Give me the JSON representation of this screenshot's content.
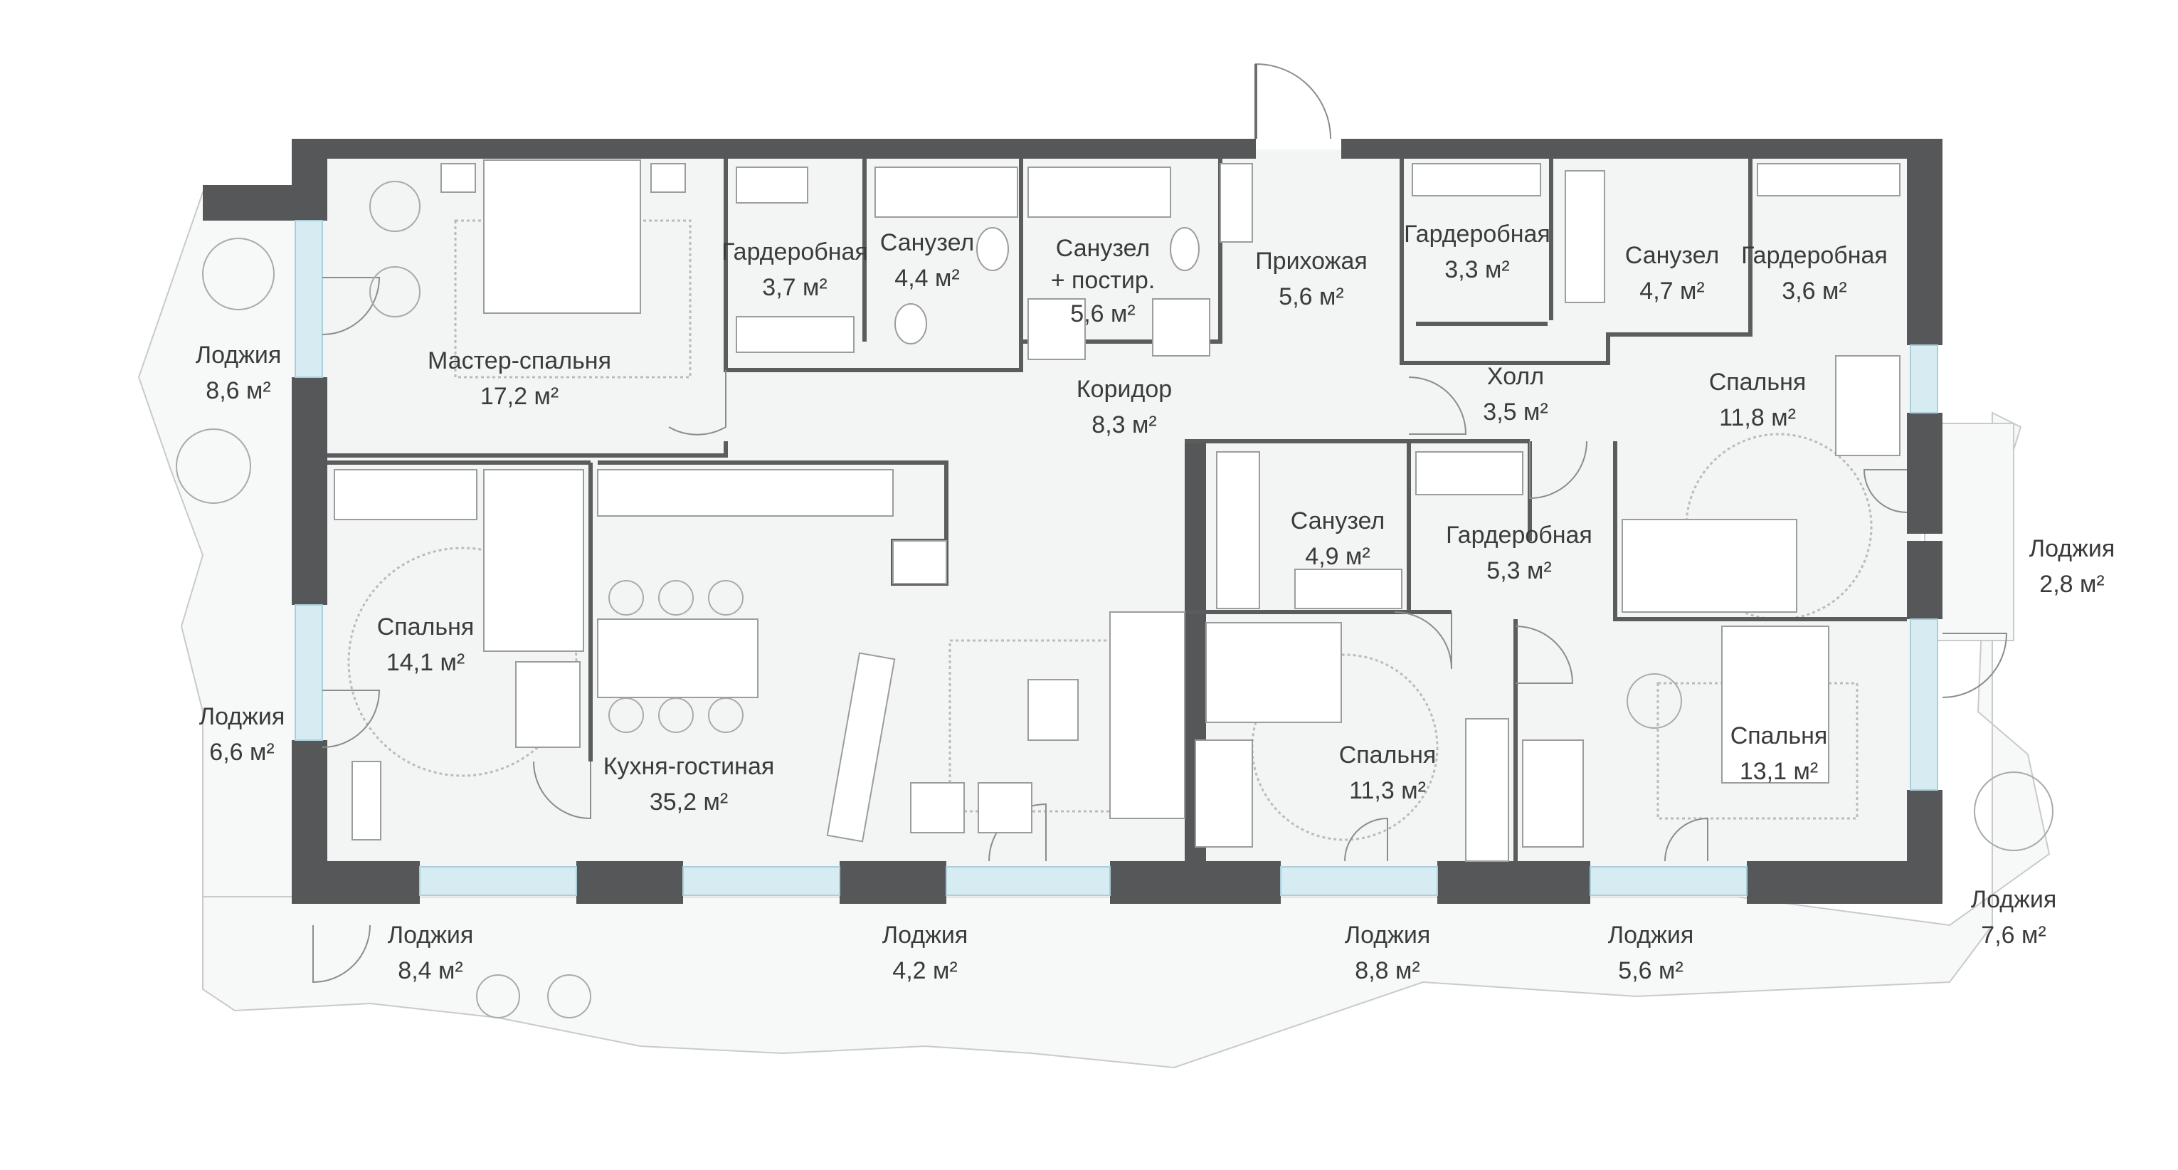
{
  "rooms": [
    {
      "id": "master",
      "name": "Мастер-спальня",
      "area": "17,2 м²"
    },
    {
      "id": "wardrobe1",
      "name": "Гардеробная",
      "area": "3,7 м²"
    },
    {
      "id": "bath1",
      "name": "Санузел",
      "area": "4,4 м²"
    },
    {
      "id": "bath2",
      "name_line1": "Санузел",
      "name_line2": "+ постир.",
      "area": "5,6 м²"
    },
    {
      "id": "hall_entry",
      "name": "Прихожая",
      "area": "5,6 м²"
    },
    {
      "id": "wardrobe2",
      "name": "Гардеробная",
      "area": "3,3 м²"
    },
    {
      "id": "bath3",
      "name": "Санузел",
      "area": "4,7 м²"
    },
    {
      "id": "wardrobe3",
      "name": "Гардеробная",
      "area": "3,6 м²"
    },
    {
      "id": "corridor",
      "name": "Коридор",
      "area": "8,3 м²"
    },
    {
      "id": "holl",
      "name": "Холл",
      "area": "3,5 м²"
    },
    {
      "id": "bedroom_ne",
      "name": "Спальня",
      "area": "11,8 м²"
    },
    {
      "id": "bedroom_w",
      "name": "Спальня",
      "area": "14,1 м²"
    },
    {
      "id": "kitchen",
      "name": "Кухня-гостиная",
      "area": "35,2 м²"
    },
    {
      "id": "bath4",
      "name": "Санузел",
      "area": "4,9 м²"
    },
    {
      "id": "wardrobe4",
      "name": "Гардеробная",
      "area": "5,3 м²"
    },
    {
      "id": "bedroom_c",
      "name": "Спальня",
      "area": "11,3 м²"
    },
    {
      "id": "bedroom_e",
      "name": "Спальня",
      "area": "13,1 м²"
    }
  ],
  "loggias": [
    {
      "id": "l_w_top",
      "name": "Лоджия",
      "area": "8,6 м²"
    },
    {
      "id": "l_w_mid",
      "name": "Лоджия",
      "area": "6,6 м²"
    },
    {
      "id": "l_s1",
      "name": "Лоджия",
      "area": "8,4 м²"
    },
    {
      "id": "l_s2",
      "name": "Лоджия",
      "area": "4,2 м²"
    },
    {
      "id": "l_s3",
      "name": "Лоджия",
      "area": "8,8 м²"
    },
    {
      "id": "l_s4",
      "name": "Лоджия",
      "area": "5,6 м²"
    },
    {
      "id": "l_e_top",
      "name": "Лоджия",
      "area": "2,8 м²"
    },
    {
      "id": "l_e_bot",
      "name": "Лоджия",
      "area": "7,6 м²"
    }
  ],
  "colors": {
    "wall": "#555759",
    "glass": "#d7ecf2",
    "floor": "#f3f4f4",
    "text": "#3b3b3b"
  }
}
